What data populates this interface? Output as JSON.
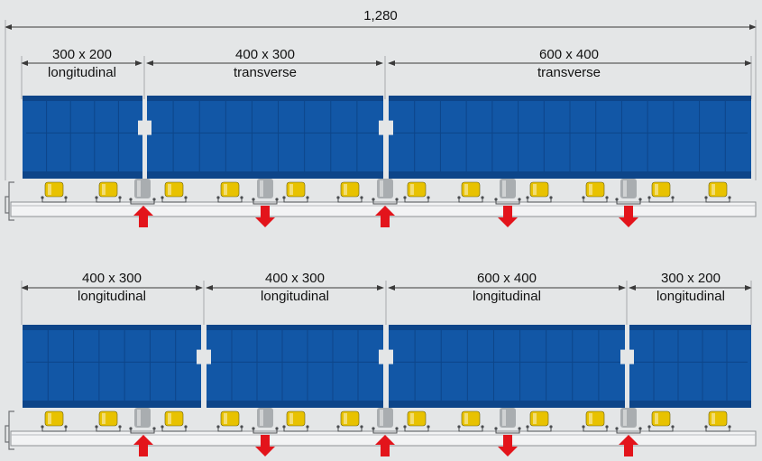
{
  "diagram": {
    "total_width_label": "1,280",
    "row_top": {
      "segments": [
        {
          "size": "300 x 200",
          "orientation": "longitudinal"
        },
        {
          "size": "400 x 300",
          "orientation": "transverse"
        },
        {
          "size": "600 x 400",
          "orientation": "transverse"
        }
      ]
    },
    "row_bottom": {
      "segments": [
        {
          "size": "400 x 300",
          "orientation": "longitudinal"
        },
        {
          "size": "400 x 300",
          "orientation": "longitudinal"
        },
        {
          "size": "600 x 400",
          "orientation": "longitudinal"
        },
        {
          "size": "300 x 200",
          "orientation": "longitudinal"
        }
      ]
    },
    "colors": {
      "background": "#e4e6e7",
      "container": "#1257a6",
      "container_dark": "#0d4589",
      "roller_yellow": "#e8c200",
      "roller_grey": "#a9adb0",
      "arrow_red": "#e3141b",
      "dim_line": "#3a3a3a",
      "rail": "#f2f3f4"
    },
    "arrows": {
      "top_row": [
        "up",
        "down",
        "up",
        "down",
        "down"
      ],
      "bottom_row": [
        "up",
        "down",
        "up",
        "down",
        "up"
      ]
    }
  }
}
